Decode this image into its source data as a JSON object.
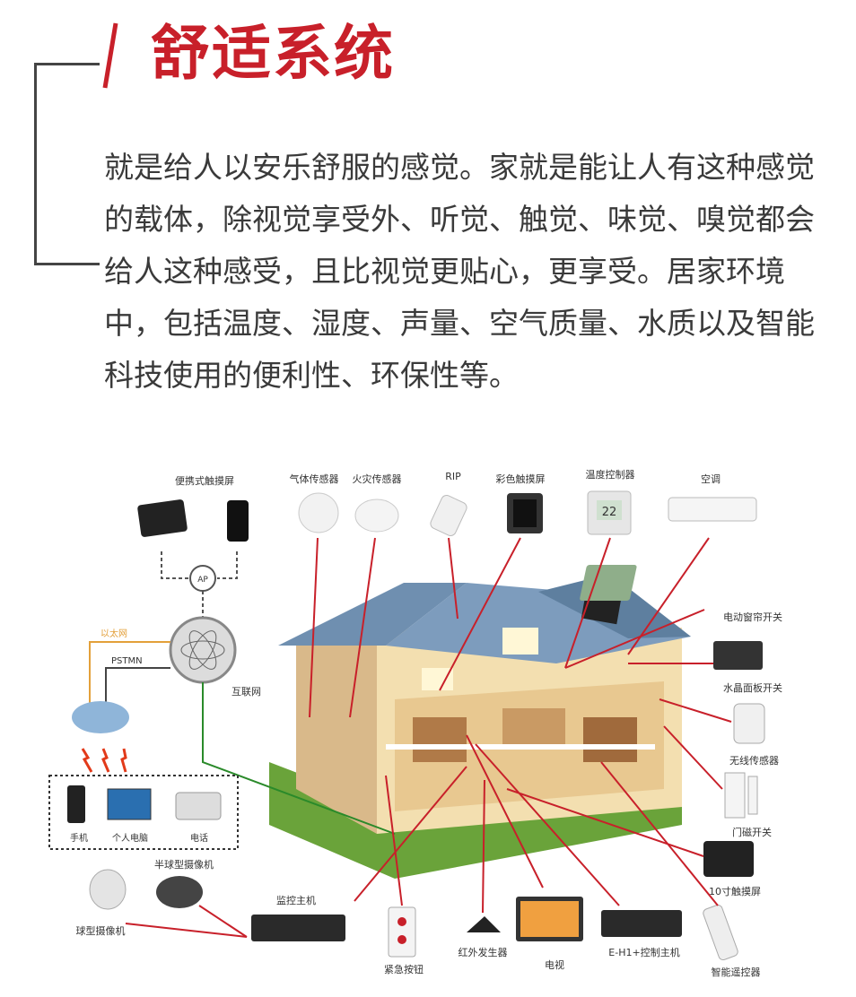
{
  "header": {
    "title": "舒适系统",
    "accent_color": "#c8202a"
  },
  "intro": {
    "text": "就是给人以安乐舒服的感觉。家就是能让人有这种感觉的载体，除视觉享受外、听觉、触觉、味觉、嗅觉都会给人这种感受，且比视觉更贴心，更享受。居家环境中，包括温度、湿度、声量、空气质量、水质以及智能科技使用的便利性、环保性等。"
  },
  "diagram": {
    "devices_top": [
      "便携式触摸屏",
      "气体传感器",
      "火灾传感器",
      "RIP",
      "彩色触摸屏",
      "温度控制器",
      "空调"
    ],
    "thermostat_reading": "22",
    "network": {
      "ap": "AP",
      "ethernet": "以太网",
      "pstmn": "PSTMN",
      "internet": "互联网"
    },
    "terminals": [
      "手机",
      "个人电脑",
      "电话"
    ],
    "cameras": [
      "半球型摄像机",
      "球型摄像机"
    ],
    "devices_right": [
      "电动窗帘开关",
      "水晶面板开关",
      "无线传感器",
      "门磁开关",
      "10寸触摸屏"
    ],
    "devices_bottom": [
      "监控主机",
      "紧急按钮",
      "红外发生器",
      "电视",
      "E-H1+控制主机",
      "智能遥控器"
    ]
  }
}
